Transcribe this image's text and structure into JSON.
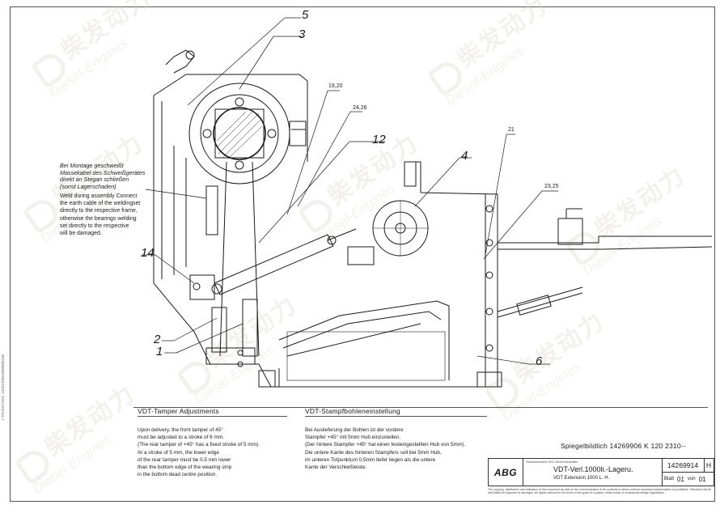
{
  "callouts": {
    "c5": "5",
    "c3": "3",
    "c19_20": "19,20",
    "c24_26": "24,26",
    "c12": "12",
    "c4": "4",
    "c21": "21",
    "c23_25": "23,25",
    "c14": "14",
    "c2": "2",
    "c1": "1",
    "c6": "6"
  },
  "weld_note": {
    "german": [
      "Bei Montage geschweißt",
      "Massekabel des Schweißgerätes",
      "direkt an Stegan schließen",
      "(sonst Lagerschaden)"
    ],
    "english": [
      "Weld during assembly Connect",
      "the earth cable of the weldingset",
      "directly to the respective frame,",
      "otherwise the bearings welding",
      "set directly to the respective",
      "will be damaged."
    ]
  },
  "notes": {
    "en": {
      "title": "VDT-Tamper Adjustments",
      "lines": [
        "Upon delivery, the front tamper of 45°",
        "must be adjusted to a stroke of 6 mm.",
        "(The rear tamper of +45° has a fixed stroke of 5 mm).",
        "At a stroke of 5 mm, the lower edge",
        "of the rear tamper must be 0.5 mm lower",
        "than the bottom edge of the wearing strip",
        "in the bottom dead centre position."
      ]
    },
    "de": {
      "title": "VDT-Stampfbohleneinstellung",
      "lines": [
        "Bei Auslieferung der Bohlen ist der vordere",
        "Stampfer +45° mit 5mm Hub einzustellen.",
        "(Der hintere Stampfer +45° hat einen festeingestellten Hub von 5mm).",
        "Die untere Kante des hinteren Stampfers soll bei 5mm Hub,",
        "im unteren Totpunktum 0,5mm tiefer liegen als die untere",
        "Kante der Verschleißleiste."
      ]
    }
  },
  "mirror_note": "Spiegelbildlich 14269906 K 120 2310--",
  "title_block": {
    "logo": "ABG",
    "small_text": "Schutzvermerk ISO 16016 beachten",
    "title_de": "VDT-Verl.1000li.-Lageru.",
    "title_en": "VDT Extension 1000 L. H.",
    "drawing_number": "14269914",
    "revision": "H",
    "sheet_label": "Blatt",
    "sheet_value": "01",
    "of_label": "von",
    "of_value": "01"
  },
  "copyright": "The copying, distribution and utilization of this document as well as the communication of its contents to others without expressed authorization is prohibited. Offenders will be held liable for payment of damages. All rights reserved in the event of the grant of a patent, utility model or ornamental design registration.",
  "side_code": "1 TP12071/SH1 12021/20010000000198",
  "watermark": {
    "cn": "柴发动力",
    "en": "Diesel-Engines"
  },
  "colors": {
    "line": "#1a1a1a",
    "watermark": "#d2cdbe"
  }
}
